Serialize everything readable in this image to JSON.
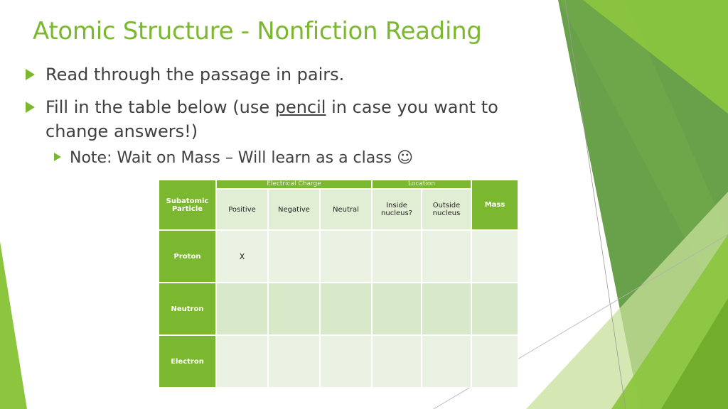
{
  "slide": {
    "title": "Atomic Structure - Nonfiction Reading",
    "bullets": [
      {
        "text": "Read through the passage in pairs."
      },
      {
        "before": "Fill in the table below (use ",
        "underlined": "pencil",
        "after": " in case you want to change answers!)"
      }
    ],
    "sub_bullet": "Note: Wait on Mass – Will learn as a class ☺"
  },
  "table": {
    "corner": "Subatomic Particle",
    "group_electrical": "Electrical Charge",
    "group_location": "Location",
    "mass": "Mass",
    "columns": [
      "Positive",
      "Negative",
      "Neutral",
      "Inside nucleus?",
      "Outside nucleus"
    ],
    "rows": [
      {
        "label": "Proton",
        "cells": [
          "X",
          "",
          "",
          "",
          "",
          ""
        ]
      },
      {
        "label": "Neutron",
        "cells": [
          "",
          "",
          "",
          "",
          "",
          ""
        ]
      },
      {
        "label": "Electron",
        "cells": [
          "",
          "",
          "",
          "",
          "",
          ""
        ]
      }
    ]
  },
  "colors": {
    "accent": "#7cb82f",
    "text": "#404040"
  }
}
